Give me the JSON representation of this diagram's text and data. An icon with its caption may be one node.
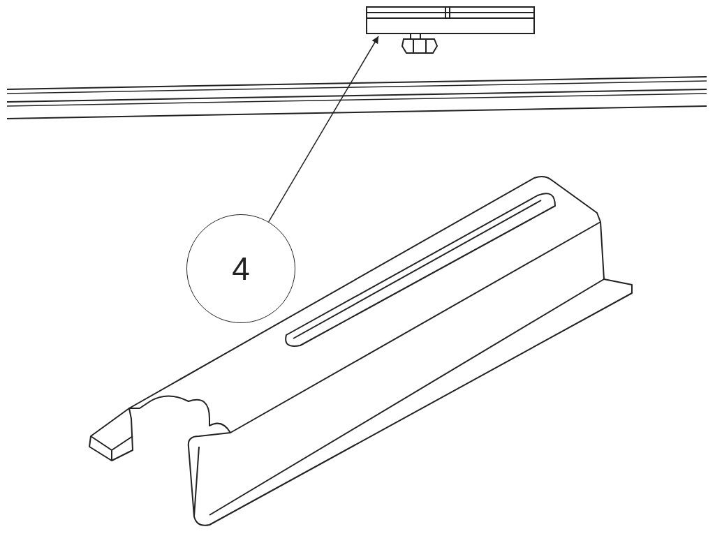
{
  "diagram": {
    "nodes": [
      {
        "text": [
          "4"
        ]
      },
      {
        "text": [],
        "shape": "picture"
      }
    ],
    "edges": [
      {
        "from": 0,
        "to": 1,
        "arrow": "to"
      }
    ]
  }
}
